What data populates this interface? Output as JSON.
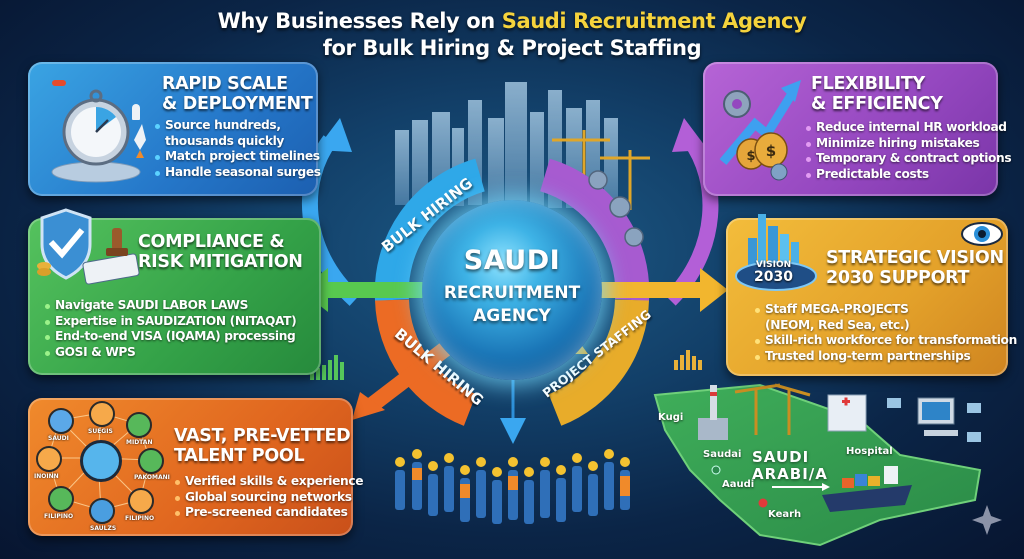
{
  "title": {
    "line1_prefix": "Why Businesses Rely on ",
    "line1_highlight": "Saudi Recruitment Agency",
    "line2": "for Bulk Hiring & Project Staffing",
    "highlight_color": "#f5d33c"
  },
  "center": {
    "line1": "SAUDI",
    "line2": "RECRUITMENT",
    "line3": "AGENCY"
  },
  "ring_labels": {
    "top_left": "BULK HIRING",
    "bottom_left": "BULK HIRING",
    "bottom_right": "PROJECT STAFFING"
  },
  "cards": {
    "rapid": {
      "title_1": "RAPID SCALE",
      "title_2": "& DEPLOYMENT",
      "color": "#2a85d3",
      "items": [
        "Source hundreds,",
        "thousands quickly",
        "Match project timelines",
        "Handle seasonal surges"
      ]
    },
    "flexibility": {
      "title_1": "FLEXIBILITY",
      "title_2": "& EFFICIENCY",
      "color": "#9a4cc3",
      "items": [
        "Reduce internal HR workload",
        "Minimize hiring mistakes",
        "Temporary & contract options",
        "Predictable costs"
      ]
    },
    "compliance": {
      "title_1": "COMPLIANCE &",
      "title_2": "RISK MITIGATION",
      "color": "#3aa84b",
      "items": [
        "Navigate SAUDI LABOR LAWS",
        "Expertise in SAUDIZATION (NITAQAT)",
        "End-to-end VISA (IQAMA) processing",
        "GOSI & WPS"
      ]
    },
    "vision": {
      "title_1": "STRATEGIC VISION",
      "title_2": "2030 SUPPORT",
      "badge_1": "VISION",
      "badge_2": "2030",
      "color": "#e6a52c",
      "items": [
        "Staff MEGA-PROJECTS",
        "(NEOM, Red Sea, etc.)",
        "Skill-rich workforce for transformation",
        "Trusted long-term partnerships"
      ]
    },
    "talent": {
      "title_1": "VAST, PRE-VETTED",
      "title_2": "TALENT POOL",
      "color": "#e46c22",
      "items": [
        "Verified skills & experience",
        "Global sourcing networks",
        "Pre-screened candidates"
      ],
      "avatar_labels": [
        "SAUDI",
        "SUEGIS",
        "MIDTAN",
        "INOINN",
        "PAKOMANI",
        "FILIPINO",
        "SAULZS",
        "FILIPINO"
      ]
    }
  },
  "map": {
    "title_1": "SAUDI",
    "title_2": "ARABI/A",
    "labels": [
      "Kugi",
      "Saudai",
      "Aaudi",
      "Kearh",
      "Hospital"
    ]
  }
}
